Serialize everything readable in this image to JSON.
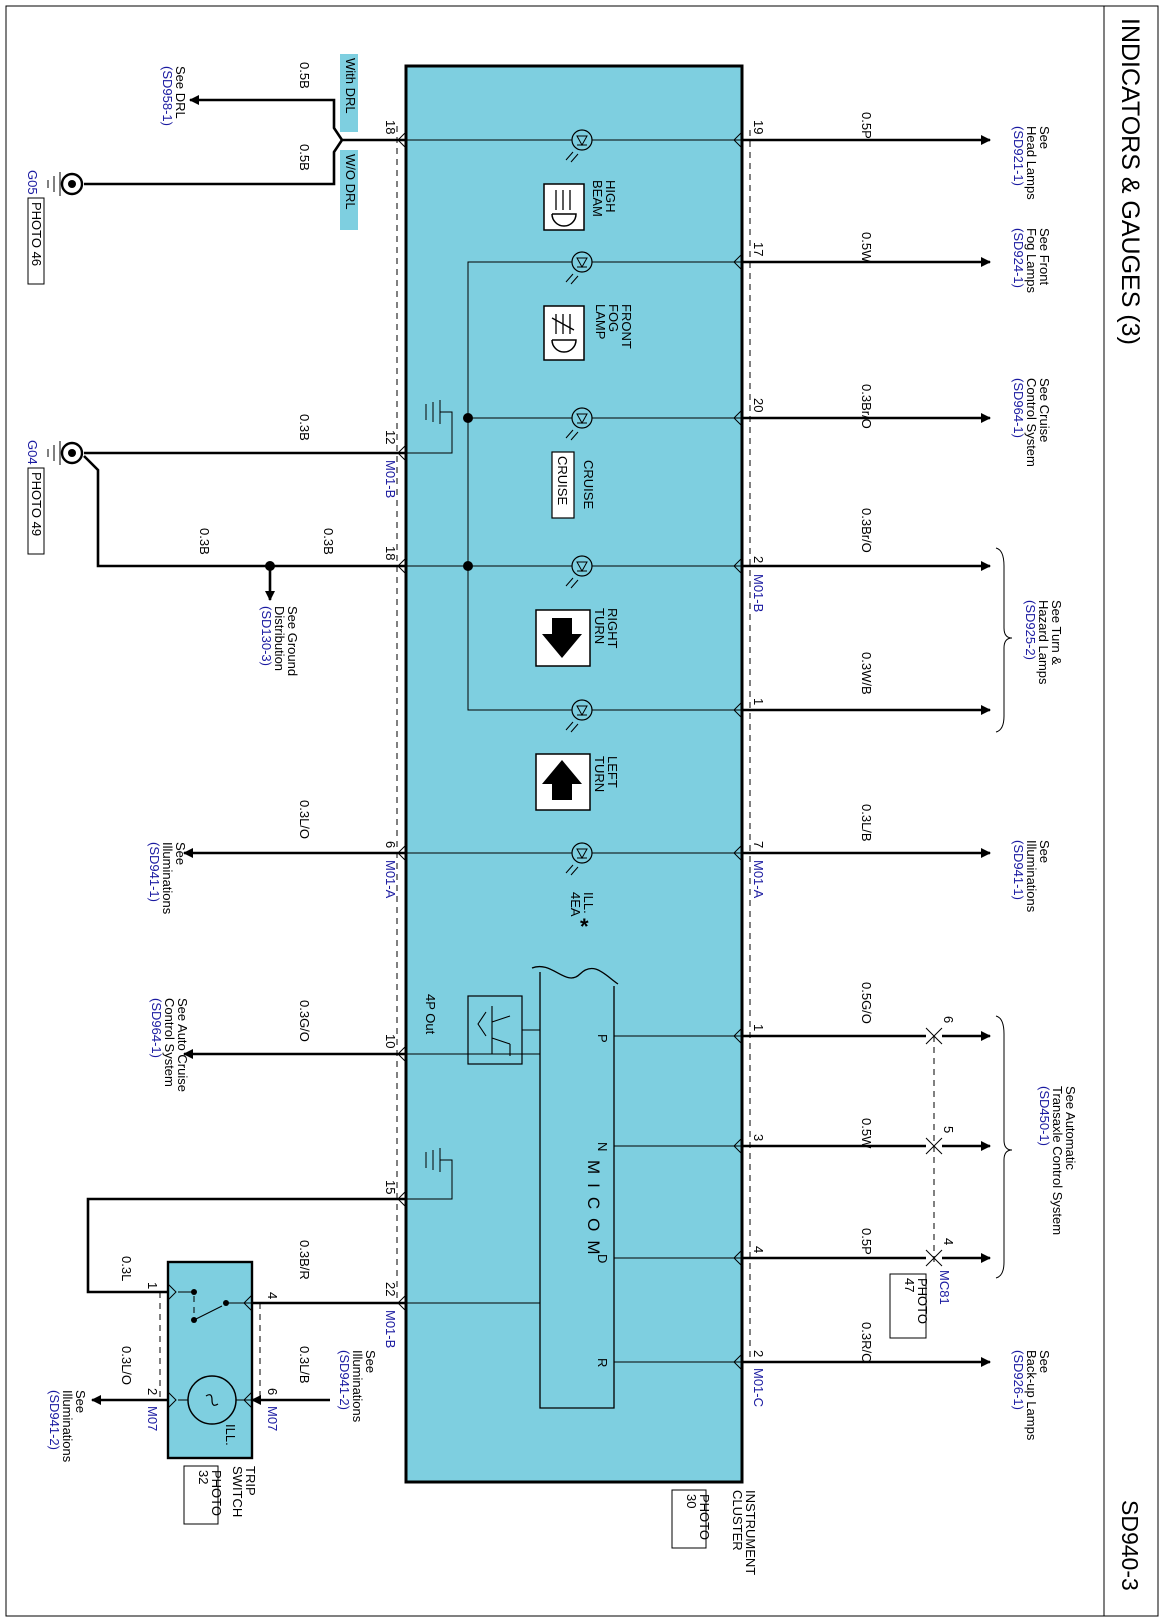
{
  "page": {
    "title": "INDICATORS & GAUGES (3)",
    "code": "SD940-3"
  },
  "cluster": {
    "name_line1": "INSTRUMENT",
    "name_line2": "CLUSTER",
    "photo_line1": "PHOTO",
    "photo_line2": "30",
    "micom": "MICOM",
    "out_label": "4P Out",
    "micom_pins": [
      "P",
      "N",
      "D",
      "R"
    ],
    "fill_color": "#7ecfe0"
  },
  "lamps": {
    "high_beam": [
      "HIGH",
      "BEAM"
    ],
    "front_fog": [
      "FRONT",
      "FOG",
      "LAMP"
    ],
    "cruise": [
      "CRUISE"
    ],
    "cruise_icon": "CRUISE",
    "right_turn": [
      "RIGHT",
      "TURN"
    ],
    "left_turn": [
      "LEFT",
      "TURN"
    ],
    "ill": [
      "ILL.",
      "4EA"
    ],
    "ill_note": "*"
  },
  "top_wires": [
    {
      "pin": "19",
      "color": "0.5P",
      "connector": "",
      "ref": [
        "See",
        "Head Lamps"
      ],
      "sd": "(SD921-1)"
    },
    {
      "pin": "17",
      "color": "0.5W",
      "connector": "",
      "ref": [
        "See Front",
        "Fog Lamps"
      ],
      "sd": "(SD924-1)"
    },
    {
      "pin": "20",
      "color": "0.3Br/O",
      "connector": "",
      "ref": [
        "See Cruise",
        "Control System"
      ],
      "sd": "(SD964-1)"
    },
    {
      "pin": "2",
      "color": "0.3Br/O",
      "connector": "M01-B",
      "ref": [],
      "sd": ""
    },
    {
      "pin": "1",
      "color": "0.3W/B",
      "connector": "",
      "ref": [],
      "sd": ""
    },
    {
      "pin": "7",
      "color": "0.3L/B",
      "connector": "M01-A",
      "ref": [
        "See",
        "Illuminations"
      ],
      "sd": "(SD941-1)"
    },
    {
      "pin": "1",
      "color": "0.5G/O",
      "connector": "",
      "ref": [],
      "sd": ""
    },
    {
      "pin": "3",
      "color": "0.5W",
      "connector": "",
      "ref": [],
      "sd": ""
    },
    {
      "pin": "4",
      "color": "0.5P",
      "connector": "",
      "ref": [],
      "sd": ""
    },
    {
      "pin": "2",
      "color": "0.3R/O",
      "connector": "M01-C",
      "ref": [
        "See",
        "Back-up Lamps"
      ],
      "sd": "(SD926-1)"
    }
  ],
  "turn_ref": {
    "lines": [
      "See Turn &",
      "Hazard Lamps"
    ],
    "sd": "(SD925-2)"
  },
  "atx_ref": {
    "lines": [
      "See Automatic",
      "Transaxle Control System"
    ],
    "sd": "(SD450-1)"
  },
  "mc81": {
    "pins": [
      "6",
      "5",
      "4"
    ],
    "connector": "MC81",
    "photo_line1": "PHOTO",
    "photo_line2": "47"
  },
  "bottom_wires": [
    {
      "pin": "18",
      "color_drl": "0.5B",
      "color_wo": "0.5B",
      "tag_drl": "With DRL",
      "tag_wo": "W/O DRL"
    },
    {
      "pin": "12",
      "color": "0.3B",
      "connector": "M01-B"
    },
    {
      "pin": "18",
      "color": "0.3B",
      "color2": "0.3B"
    },
    {
      "pin": "6",
      "color": "0.3L/O",
      "connector": "M01-A",
      "ref": [
        "See",
        "Illuminations"
      ],
      "sd": "(SD941-1)"
    },
    {
      "pin": "10",
      "color": "0.3G/O",
      "ref": [
        "See Auto Cruise",
        "Control System"
      ],
      "sd": "(SD964-1)"
    },
    {
      "pin": "15"
    },
    {
      "pin": "22",
      "connector": "M01-B"
    }
  ],
  "drl_ref": {
    "lines": [
      "See DRL"
    ],
    "sd": "(SD958-1)"
  },
  "ground_g05": {
    "name": "G05",
    "photo": "PHOTO 46"
  },
  "ground_g04": {
    "name": "G04",
    "photo": "PHOTO 49"
  },
  "ground_dist": {
    "lines": [
      "See Ground",
      "Distribution"
    ],
    "sd": "(SD130-3)"
  },
  "trip_switch": {
    "name_line1": "TRIP",
    "name_line2": "SWITCH",
    "photo_line1": "PHOTO",
    "photo_line2": "32",
    "ill": "ILL.",
    "pins": [
      "1",
      "4",
      "2",
      "6"
    ],
    "connector": "M07",
    "wire_1": "0.3L",
    "wire_4": "0.3B/R",
    "wire_2": "0.3L/O",
    "wire_6": "0.3L/B",
    "ref_left": [
      "See",
      "Illuminations"
    ],
    "sd_left": "(SD941-2)",
    "ref_right": [
      "See",
      "Illuminations"
    ],
    "sd_right": "(SD941-2)"
  }
}
